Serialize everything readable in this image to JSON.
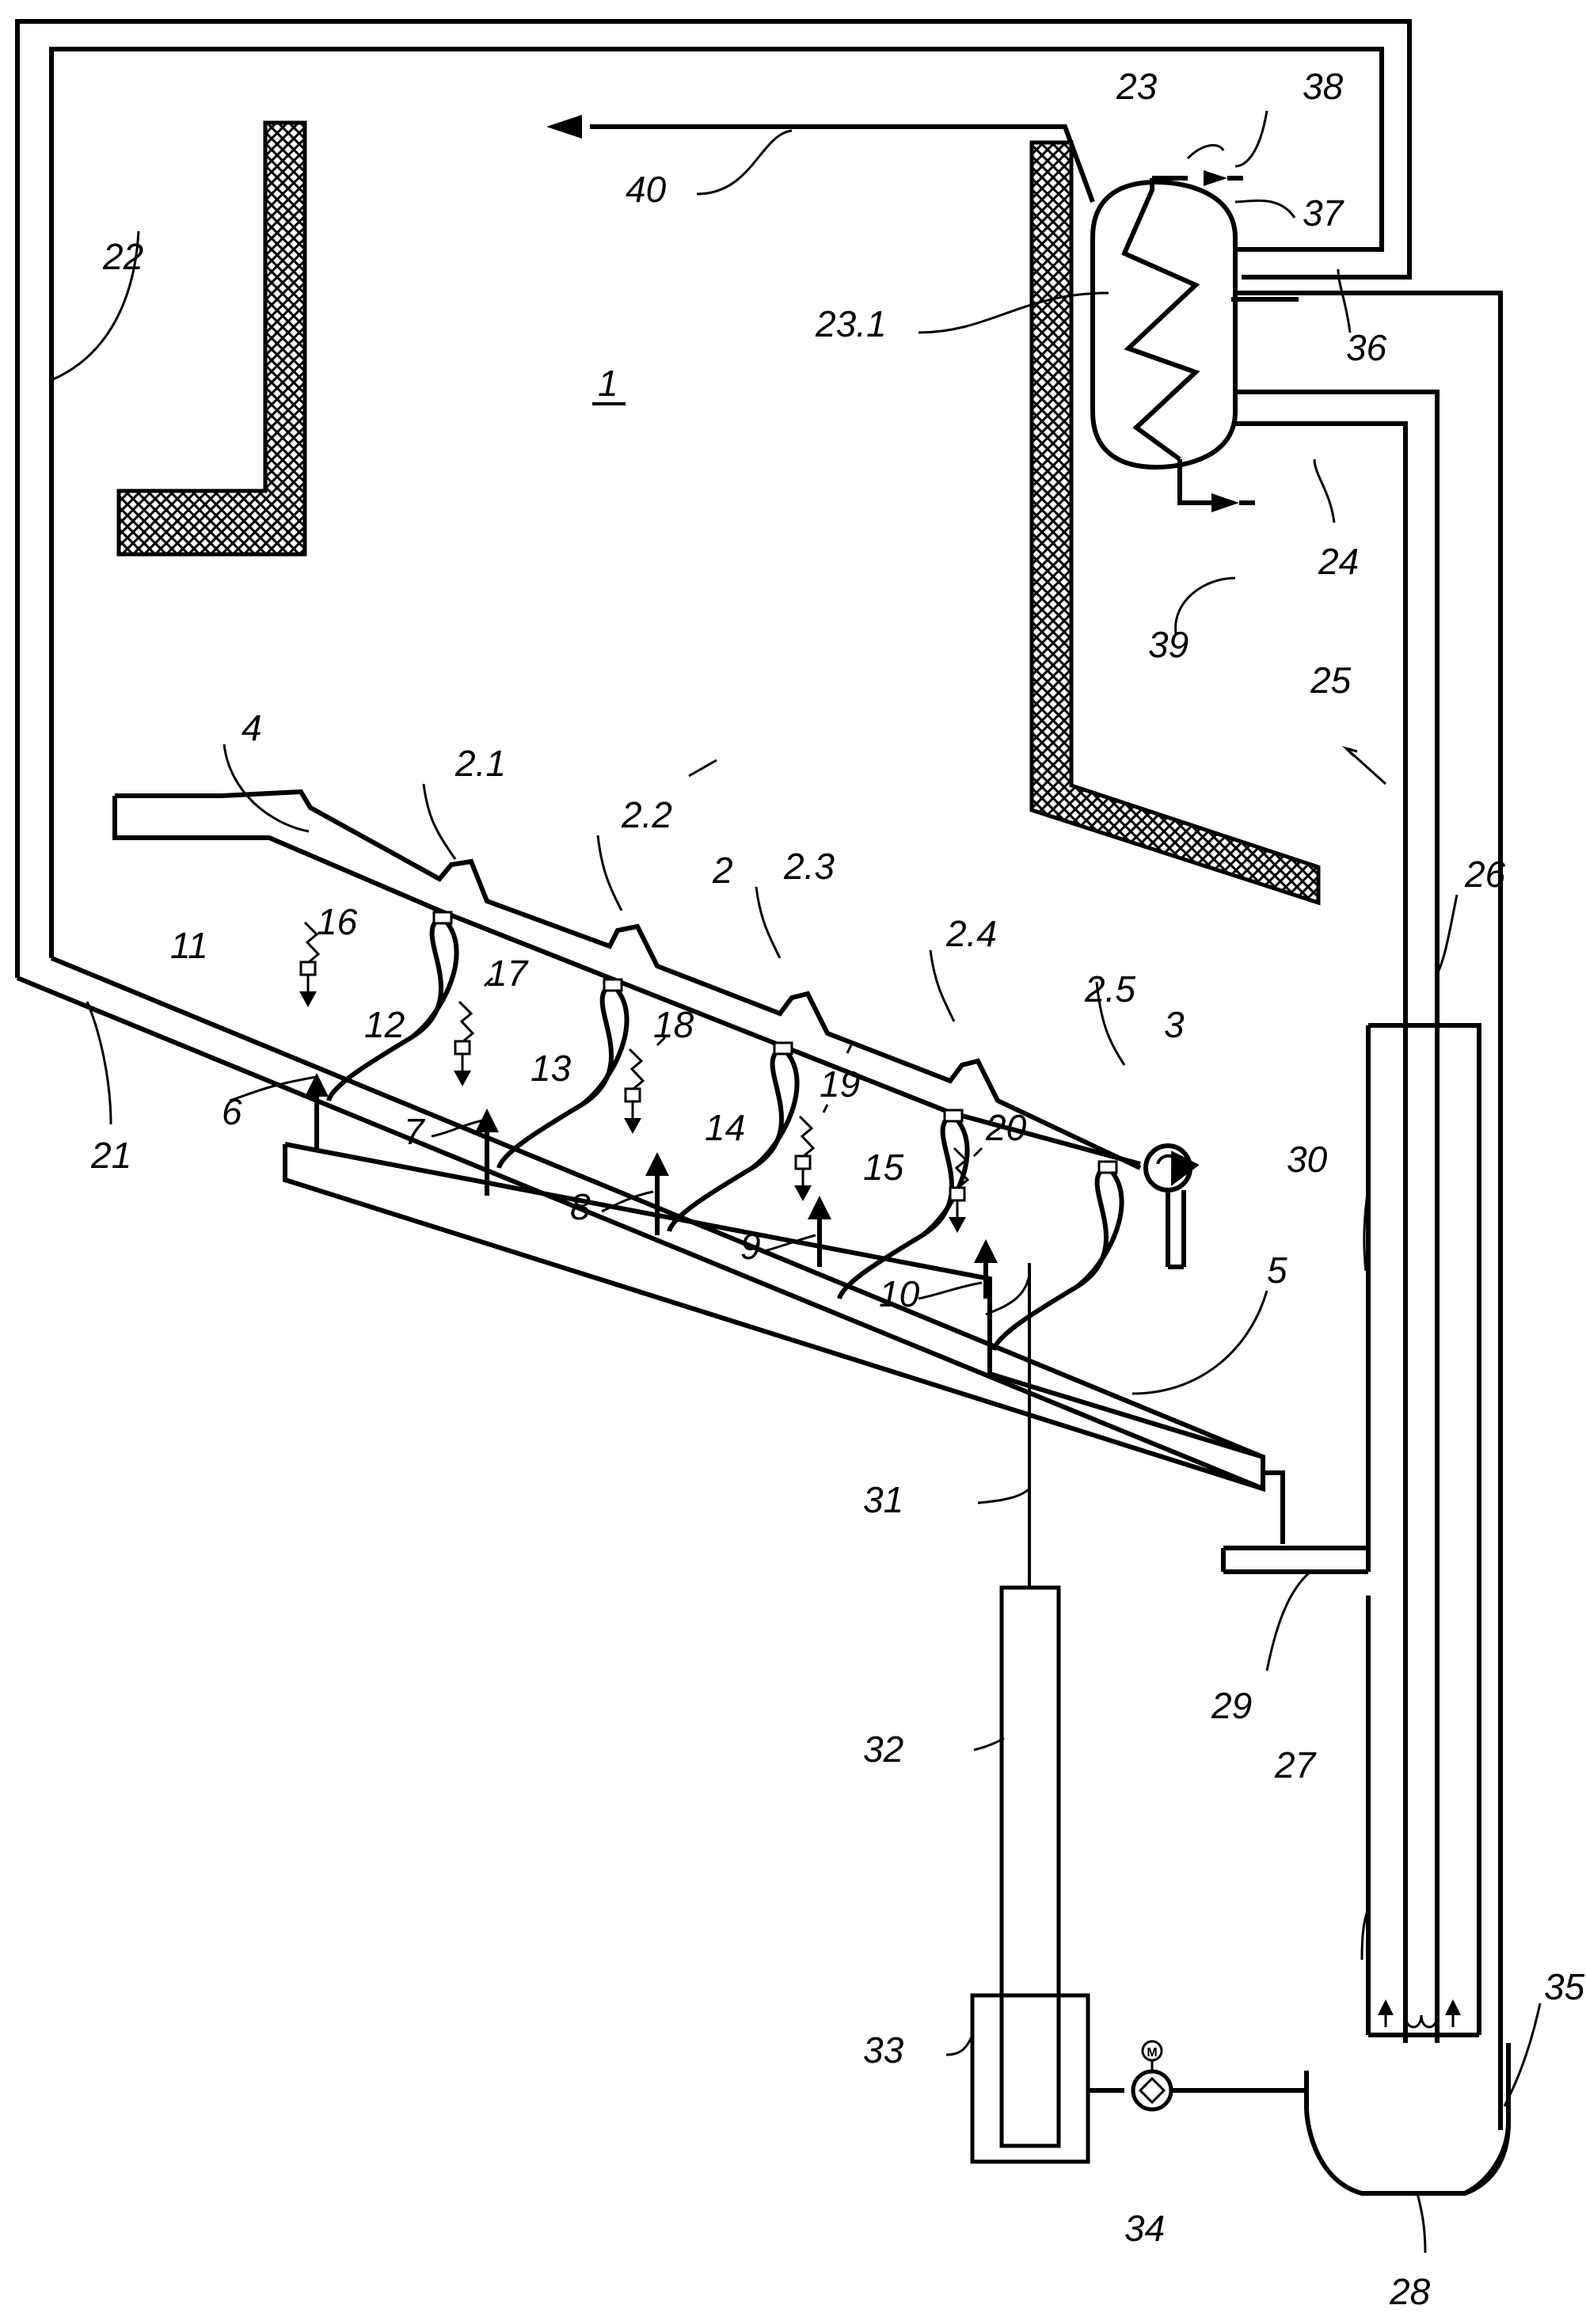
{
  "labels": {
    "l1": "1",
    "l2": "2",
    "l2_1": "2.1",
    "l2_2": "2.2",
    "l2_3": "2.3",
    "l2_4": "2.4",
    "l2_5": "2.5",
    "l3": "3",
    "l4": "4",
    "l5": "5",
    "l6": "6",
    "l7": "7",
    "l8": "8",
    "l9": "9",
    "l10": "10",
    "l11": "11",
    "l12": "12",
    "l13": "13",
    "l14": "14",
    "l15": "15",
    "l16": "16",
    "l17": "17",
    "l18": "18",
    "l19": "19",
    "l20": "20",
    "l21": "21",
    "l22": "22",
    "l23": "23",
    "l23_1": "23.1",
    "l24": "24",
    "l25": "25",
    "l26": "26",
    "l27": "27",
    "l28": "28",
    "l29": "29",
    "l30": "30",
    "l31": "31",
    "l32": "32",
    "l33": "33",
    "l34": "34",
    "l35": "35",
    "l36": "36",
    "l37": "37",
    "l38": "38",
    "l39": "39",
    "l40": "40"
  },
  "pump_symbol": "M",
  "colors": {
    "line": "#000000",
    "background": "#ffffff"
  }
}
